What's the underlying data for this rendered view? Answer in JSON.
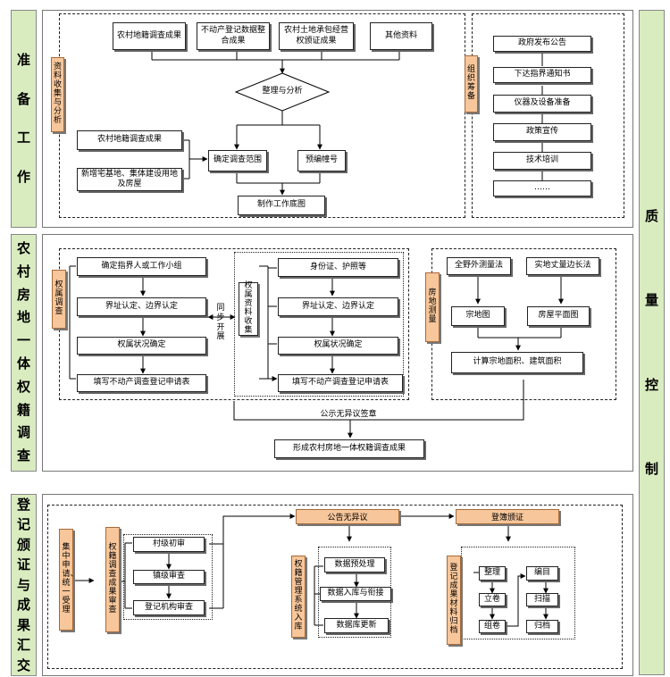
{
  "stages": [
    {
      "id": "prep",
      "label": "准备工作"
    },
    {
      "id": "survey",
      "label": "农村房地一体权籍调查"
    },
    {
      "id": "register",
      "label": "登记颁证与成果汇交"
    },
    {
      "id": "quality",
      "label": "质量控制"
    }
  ],
  "prep": {
    "collect_label": "资料收集与分析",
    "org_label": "组织筹备",
    "sources": [
      "农村地籍调查成果",
      "不动产登记数据整合成果",
      "农村土地承包经营权颁证成果",
      "其他资料"
    ],
    "analyze": "整理与分析",
    "left_inputs": [
      "农村地籍调查成果",
      "新增宅基地、集体建设用地及房屋"
    ],
    "scope": "确定调查范围",
    "precode": "预编幢号",
    "basemap": "制作工作底图",
    "org_items": [
      "政府发布公告",
      "下达指界通知书",
      "仪器及设备准备",
      "政策宣传",
      "技术培训",
      "……"
    ]
  },
  "survey": {
    "ownership_label": "权属调查",
    "left_steps": [
      "确定指界人或工作小组",
      "界址认定、边界认定",
      "权属状况确定",
      "填写不动产调查登记申请表"
    ],
    "sync": "同步开展",
    "collect_label": "权属资料收集",
    "right_steps": [
      "身份证、护照等",
      "界址认定、边界认定",
      "权属状况确定",
      "填写不动产调查登记申请表"
    ],
    "mapping_label": "房地测量",
    "methods": [
      "全野外测量法",
      "实地丈量边长法"
    ],
    "drawings": [
      "宗地图",
      "房屋平面图"
    ],
    "area": "计算宗地面积、建筑面积",
    "publicity": "公示无异议签章",
    "result": "形成农村房地一体权籍调查成果"
  },
  "register": {
    "accept_label": "集中申请、统一受理",
    "review_label": "权籍调查成果审查",
    "reviews": [
      "村级初审",
      "镇级审查",
      "登记机构审查"
    ],
    "announce": "公告无异议",
    "issue": "登簿颁证",
    "db_label": "权籍管理系统入库",
    "db_steps": [
      "数据预处理",
      "数据入库与衔接",
      "数据库更新"
    ],
    "archive_label": "登记成果材料归档",
    "archive_left": [
      "整理",
      "立卷",
      "组卷"
    ],
    "archive_right": [
      "编目",
      "扫描",
      "归档"
    ]
  }
}
